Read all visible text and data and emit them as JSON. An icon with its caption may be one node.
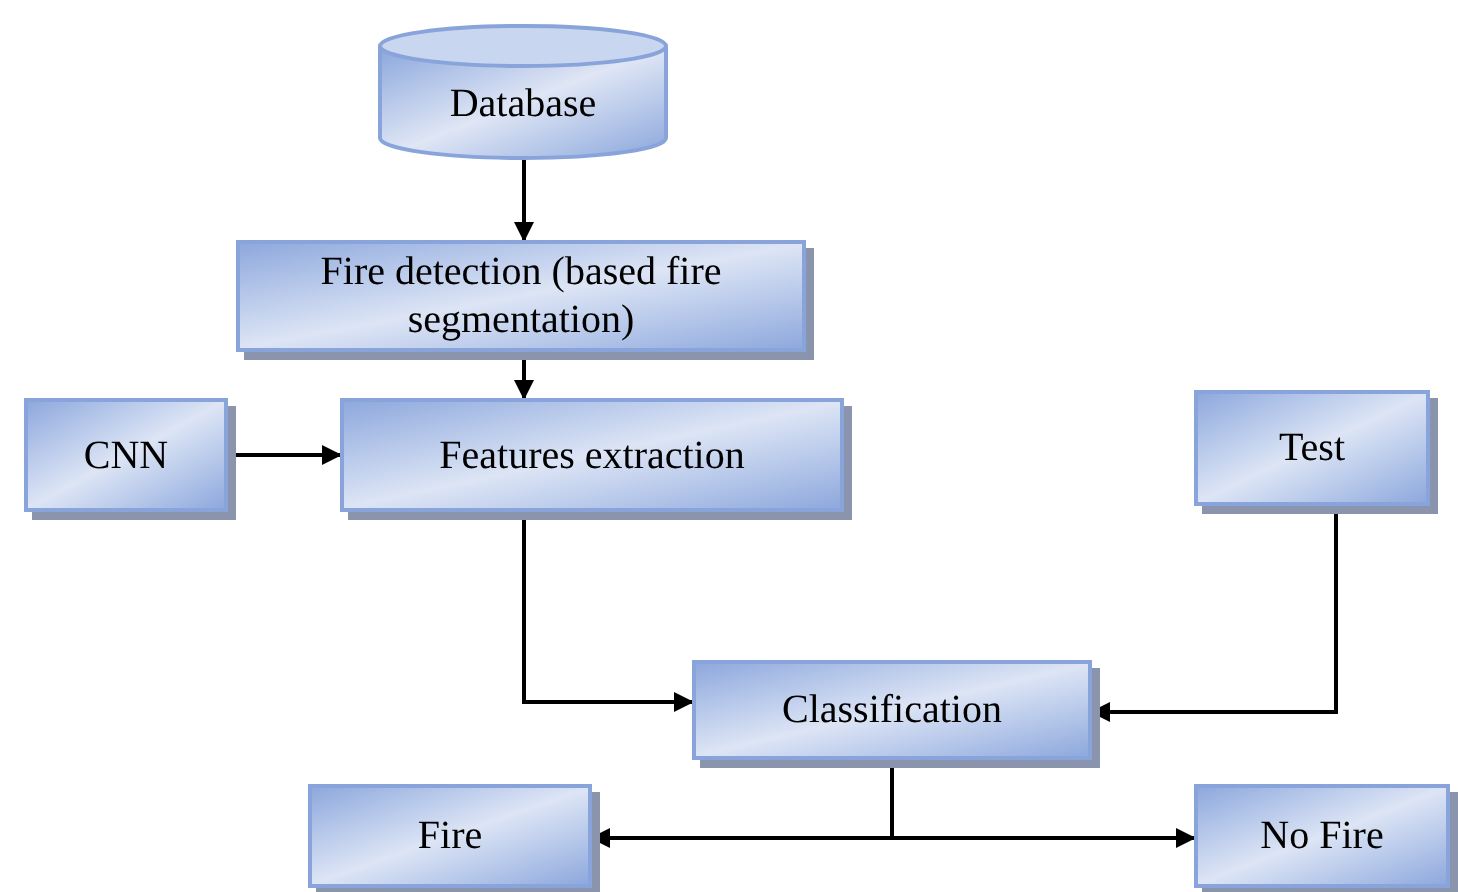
{
  "diagram": {
    "nodes": [
      {
        "text": [
          "Database"
        ]
      },
      {
        "text": [
          "Fire detection (based fire segmentation)"
        ]
      },
      {
        "text": [
          "CNN"
        ]
      },
      {
        "text": [
          "Features extraction"
        ]
      },
      {
        "text": [
          "Test"
        ]
      },
      {
        "text": [
          "Classification"
        ]
      },
      {
        "text": [
          "Fire"
        ]
      },
      {
        "text": [
          "No Fire"
        ]
      }
    ],
    "edges": [
      {
        "from": 0,
        "to": 1,
        "arrow": "to"
      },
      {
        "from": 1,
        "to": 3,
        "arrow": "to"
      },
      {
        "from": 2,
        "to": 3,
        "arrow": "to"
      },
      {
        "from": 3,
        "to": 5,
        "arrow": "to"
      },
      {
        "from": 4,
        "to": 5,
        "arrow": "to"
      },
      {
        "from": 5,
        "to": 6,
        "arrow": "to"
      },
      {
        "from": 5,
        "to": 7,
        "arrow": "to"
      }
    ]
  }
}
